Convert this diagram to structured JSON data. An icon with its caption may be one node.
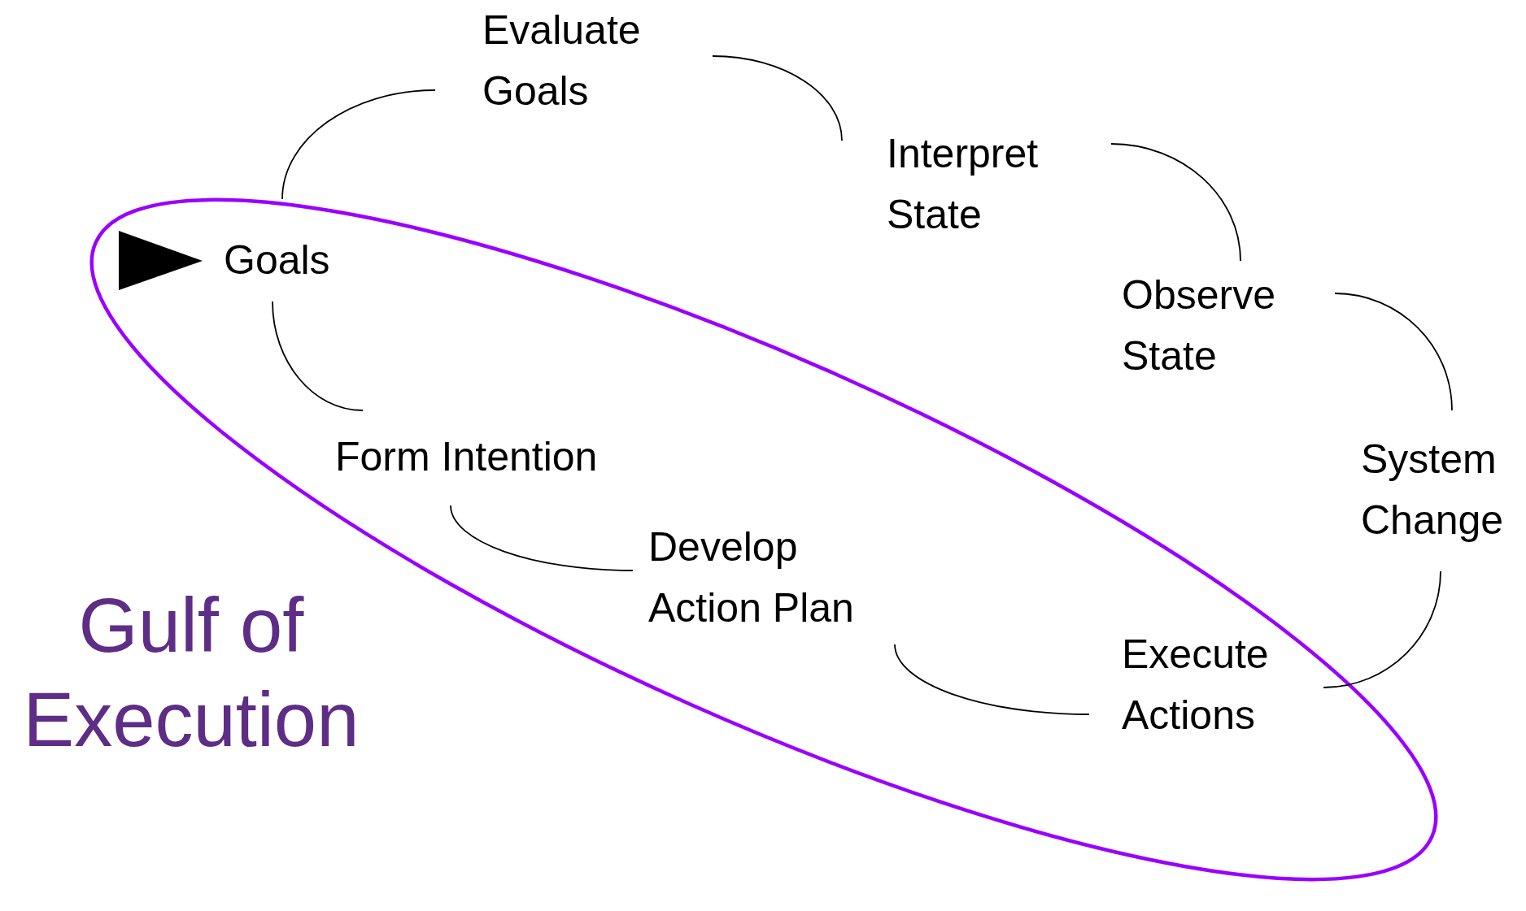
{
  "diagram": {
    "nodes": [
      {
        "text": [
          "Goals"
        ]
      },
      {
        "text": [
          "Evaluate Goals"
        ]
      },
      {
        "text": [
          "Interpret State"
        ]
      },
      {
        "text": [
          "Observe State"
        ]
      },
      {
        "text": [
          "System Change"
        ]
      },
      {
        "text": [
          "Form Intention"
        ]
      },
      {
        "text": [
          "Develop Action Plan"
        ]
      },
      {
        "text": [
          "Execute Actions"
        ]
      }
    ],
    "edges": [
      {
        "from": 0,
        "to": 5,
        "arrow": "none"
      },
      {
        "from": 5,
        "to": 6,
        "arrow": "none"
      },
      {
        "from": 6,
        "to": 7,
        "arrow": "none"
      },
      {
        "from": 7,
        "to": 4,
        "arrow": "none"
      },
      {
        "from": 4,
        "to": 3,
        "arrow": "none"
      },
      {
        "from": 3,
        "to": 2,
        "arrow": "none"
      },
      {
        "from": 2,
        "to": 1,
        "arrow": "none"
      },
      {
        "from": 1,
        "to": 0,
        "arrow": "none"
      }
    ],
    "labels": [
      "Gulf of Execution"
    ]
  }
}
